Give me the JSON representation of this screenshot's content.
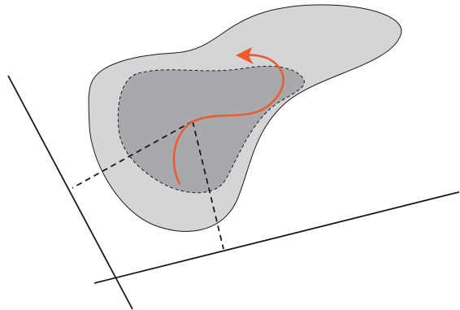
{
  "colors": {
    "background": "#ffffff",
    "outer_region_fill": "#d4d5d7",
    "inner_region_fill": "#a8a9ac",
    "stroke": "#1a1a1a",
    "curve": "#ee5a2c"
  },
  "diagram": {
    "elements": [
      "outer-region",
      "inner-region-dashed",
      "left-axis-line",
      "bottom-axis-line",
      "projection-to-left-axis",
      "projection-to-bottom-axis",
      "trajectory-curve",
      "trajectory-arrowhead"
    ]
  }
}
